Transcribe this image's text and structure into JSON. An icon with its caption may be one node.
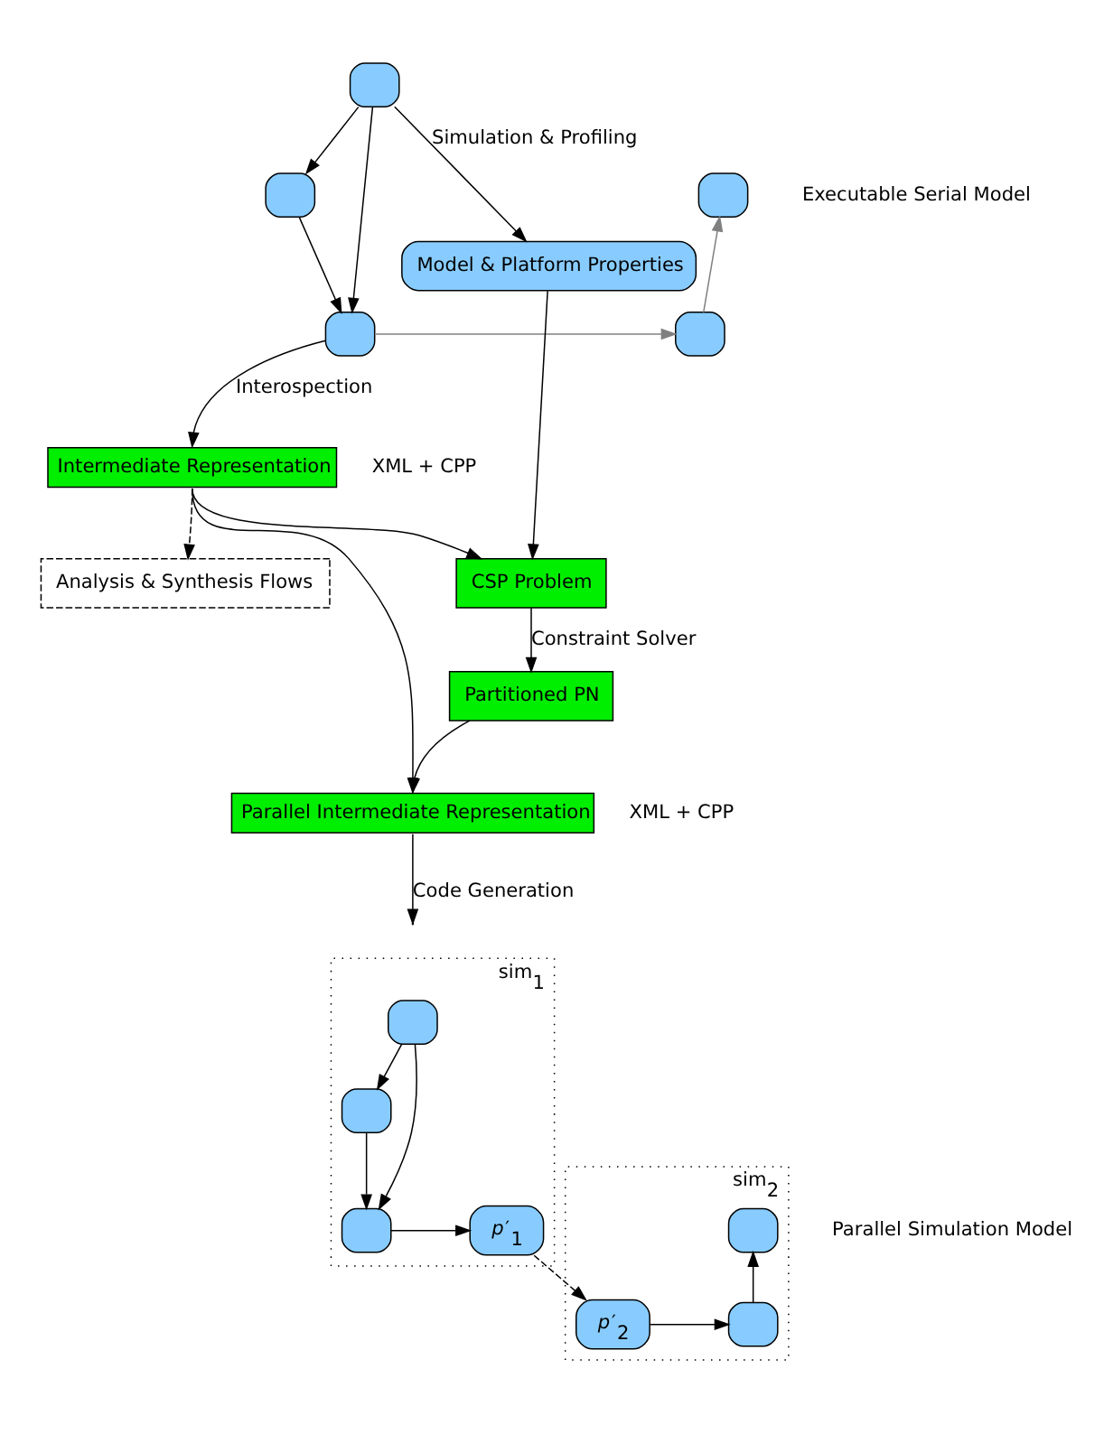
{
  "diagram": {
    "nodes": [
      {
        "text": [],
        "shape": "box"
      },
      {
        "text": [],
        "shape": "box"
      },
      {
        "text": [],
        "shape": "box"
      },
      {
        "text": [],
        "shape": "box"
      },
      {
        "text": [],
        "shape": "box"
      },
      {
        "text": [
          "Model & Platform Properties"
        ]
      },
      {
        "text": [
          "Intermediate Representation"
        ],
        "beside": [
          "XML + CPP"
        ]
      },
      {
        "text": [
          "CSP Problem"
        ]
      },
      {
        "text": [
          "Analysis & Synthesis Flows"
        ]
      },
      {
        "text": [
          "Partitioned PN"
        ]
      },
      {
        "text": [
          "Parallel Intermediate Representation"
        ],
        "beside": [
          "XML + CPP"
        ]
      },
      {
        "text": [
          "sim$_{1}$"
        ]
      },
      {
        "text": [],
        "shape": "box",
        "in": 11
      },
      {
        "text": [],
        "shape": "box",
        "in": 11
      },
      {
        "text": [],
        "shape": "box",
        "in": 11
      },
      {
        "text": [
          "*p*′$_{1}$"
        ],
        "in": 11
      },
      {
        "text": [
          "sim$_{2}$"
        ]
      },
      {
        "text": [],
        "shape": "box",
        "in": 16
      },
      {
        "text": [
          "*p*′$_{2}$"
        ],
        "in": 16
      },
      {
        "text": [],
        "shape": "box",
        "in": 16
      }
    ],
    "edges": [
      {
        "from": 0,
        "to": 1,
        "arrow": "to"
      },
      {
        "from": 0,
        "to": 2,
        "arrow": "to"
      },
      {
        "from": 1,
        "to": 2,
        "arrow": "to"
      },
      {
        "from": 2,
        "to": 4,
        "arrow": "to",
        "color": "#808080"
      },
      {
        "from": 4,
        "to": 3,
        "arrow": "to",
        "color": "#808080"
      },
      {
        "from": 0,
        "to": 5,
        "arrow": "to",
        "label": "Simulation & Profiling"
      },
      {
        "from": 2,
        "to": 6,
        "arrow": "to",
        "label": "Interospection"
      },
      {
        "from": 5,
        "to": 7,
        "arrow": "to"
      },
      {
        "from": 6,
        "to": 7,
        "arrow": "to"
      },
      {
        "from": 6,
        "to": 8,
        "arrow": "to",
        "style": "dashed"
      },
      {
        "from": 7,
        "to": 9,
        "arrow": "to",
        "label": "Constraint Solver"
      },
      {
        "from": 9,
        "to": 10,
        "arrow": "to"
      },
      {
        "from": 6,
        "to": 10,
        "arrow": "to"
      },
      {
        "from": 10,
        "to": null,
        "arrow": "to",
        "label": "Code Generation"
      },
      {
        "from": 12,
        "to": 13,
        "arrow": "to"
      },
      {
        "from": 12,
        "to": 14,
        "arrow": "to"
      },
      {
        "from": 13,
        "to": 14,
        "arrow": "to"
      },
      {
        "from": 14,
        "to": 15,
        "arrow": "to"
      },
      {
        "from": 15,
        "to": 18,
        "arrow": "to",
        "style": "dashed"
      },
      {
        "from": 18,
        "to": 19,
        "arrow": "to"
      },
      {
        "from": 19,
        "to": 17,
        "arrow": "to"
      }
    ],
    "labels": [
      "Executable Serial Model",
      "Parallel Simulation Model"
    ]
  }
}
